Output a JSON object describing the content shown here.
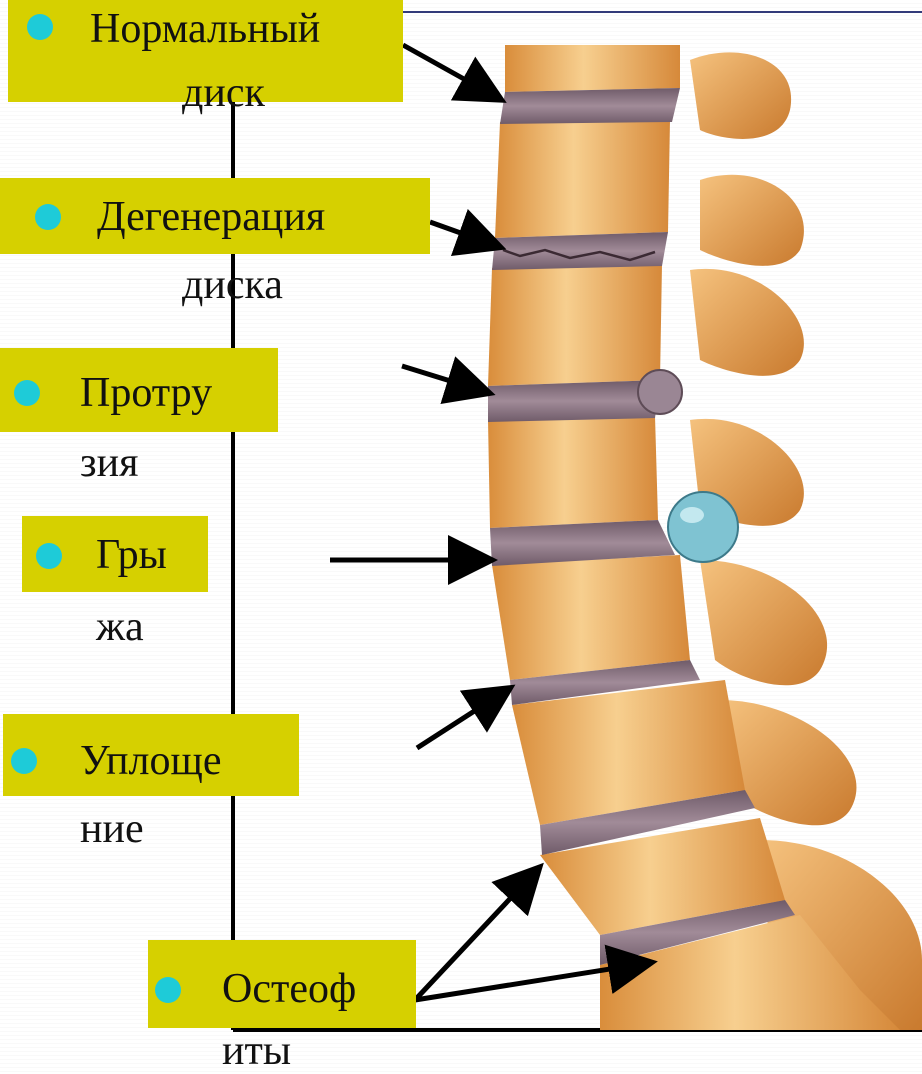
{
  "labels": [
    {
      "line1": "Нормальный",
      "line2": "диск"
    },
    {
      "line1": "Дегенерация",
      "line2": "диска"
    },
    {
      "line1": "Протру",
      "line2": "зия"
    },
    {
      "line1": "Гры",
      "line2": "жа"
    },
    {
      "line1": "Уплоще",
      "line2": "ние"
    },
    {
      "line1": "Остеоф",
      "line2": "иты"
    }
  ],
  "colors": {
    "label_bg": "#d6d000",
    "bullet": "#1ecbd8",
    "bone": "#f0b46a",
    "disc": "#8c7683",
    "hernia": "#7fc3d2"
  }
}
